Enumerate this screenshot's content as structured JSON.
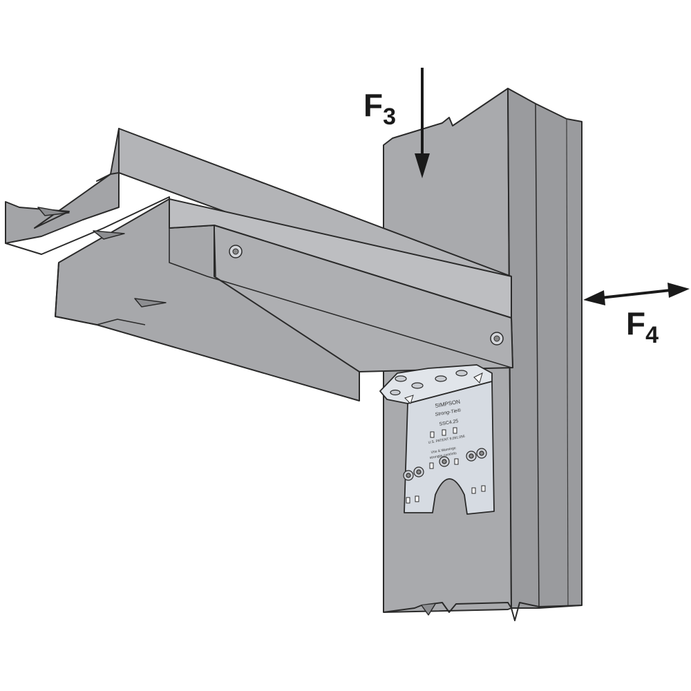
{
  "labels": {
    "f3_main": "F",
    "f3_sub": "3",
    "f4_main": "F",
    "f4_sub": "4"
  },
  "bracket": {
    "brand_line1": "SIMPSON",
    "brand_line2": "Strong-Tie®",
    "model": "SSC4.25",
    "patent": "U.S. PATENT 9,091,056",
    "warning_line1": "Use & Warnings:",
    "warning_line2": "strongtie.com/info"
  },
  "colors": {
    "steel_front": "#a6a7aa",
    "steel_top": "#b6b7ba",
    "steel_side": "#909194",
    "steel_dark": "#7b7c80",
    "outline": "#2a2a2a",
    "plate": "#d8dde4",
    "arrow": "#1a1a1a"
  }
}
